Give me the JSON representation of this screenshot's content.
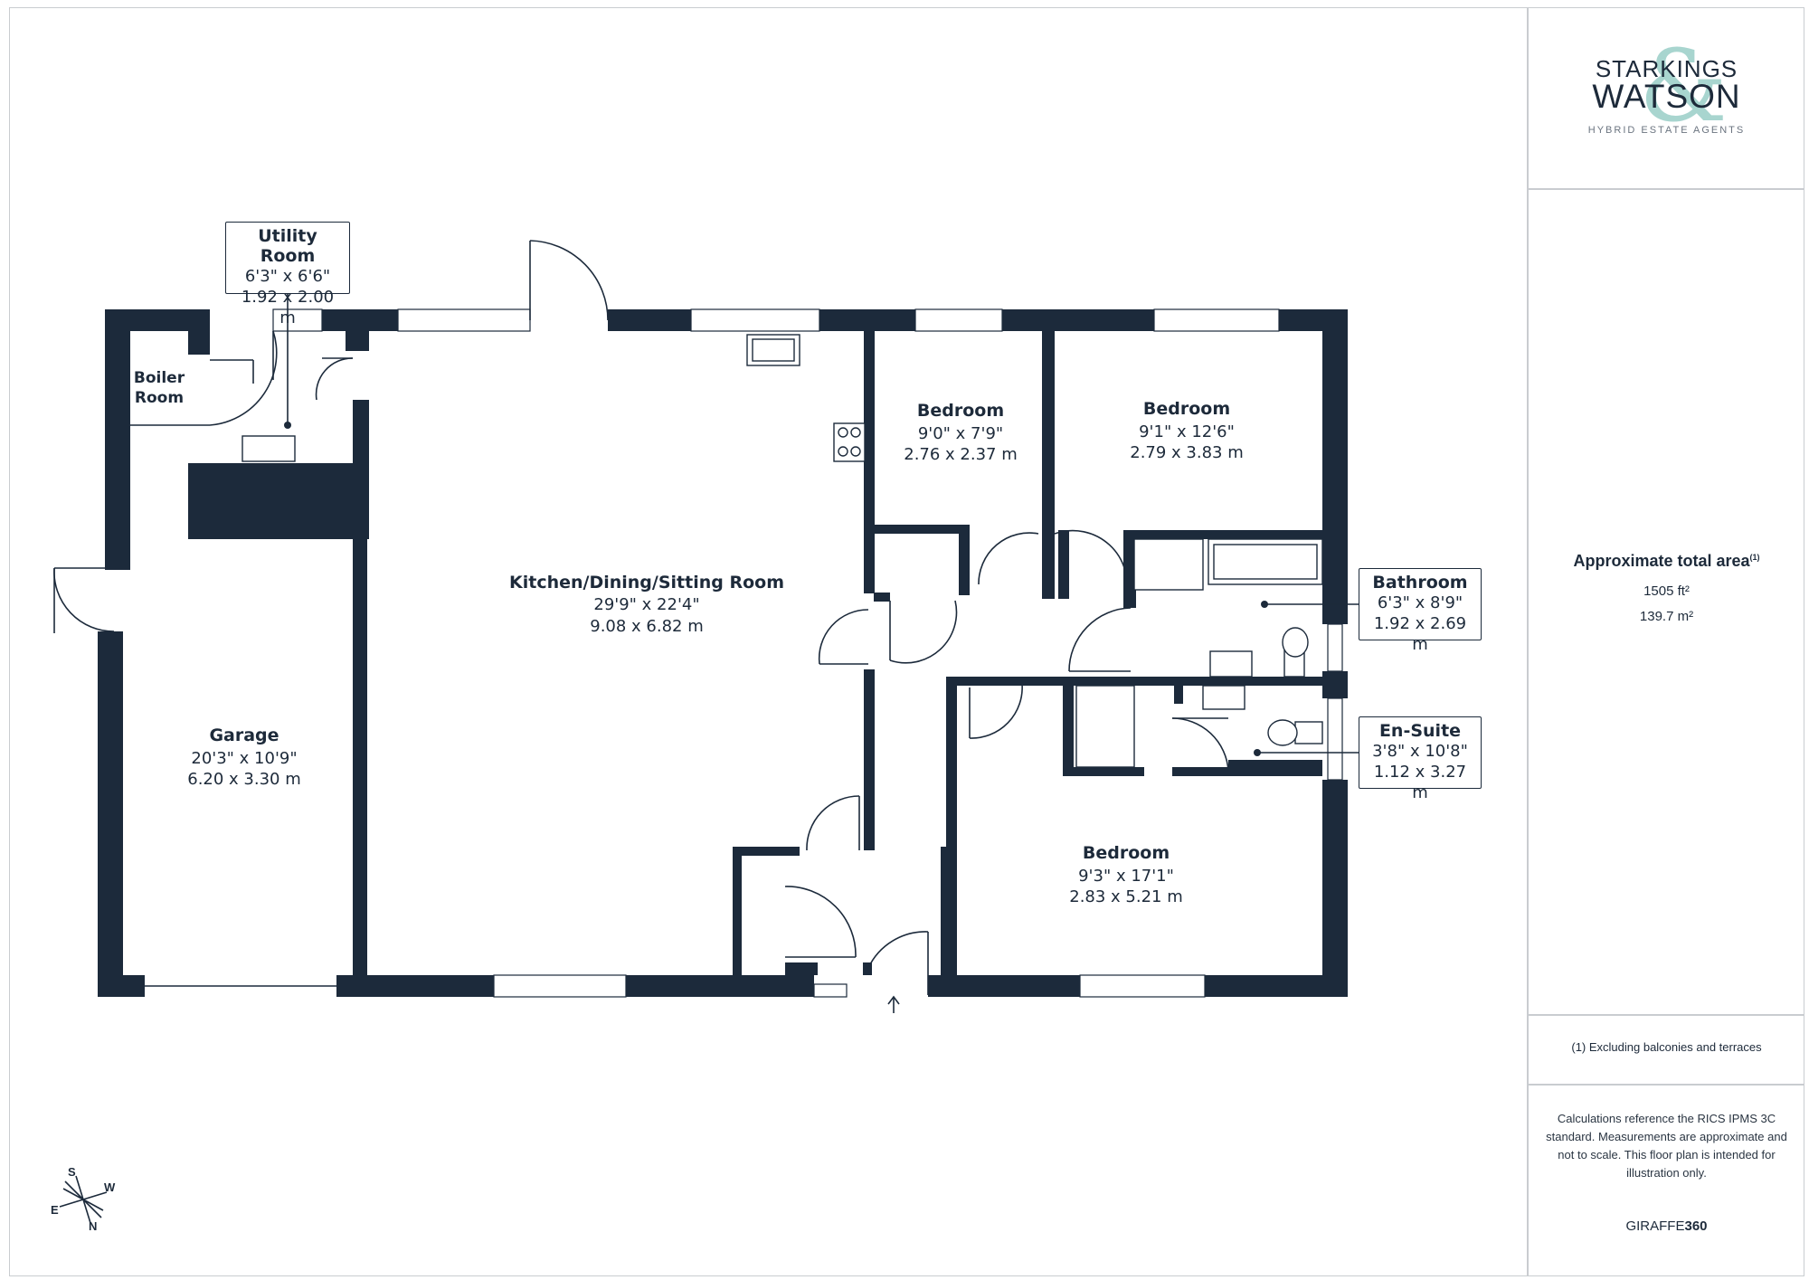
{
  "rooms": {
    "kitchen": {
      "name": "Kitchen/Dining/Sitting Room",
      "imperial": "29'9\" x 22'4\"",
      "metric": "9.08 x 6.82 m"
    },
    "garage": {
      "name": "Garage",
      "imperial": "20'3\" x 10'9\"",
      "metric": "6.20 x 3.30 m"
    },
    "boiler": {
      "name_line1": "Boiler",
      "name_line2": "Room"
    },
    "bedroom1": {
      "name": "Bedroom",
      "imperial": "9'0\" x 7'9\"",
      "metric": "2.76 x 2.37 m"
    },
    "bedroom2": {
      "name": "Bedroom",
      "imperial": "9'1\" x 12'6\"",
      "metric": "2.79 x 3.83 m"
    },
    "bedroom3": {
      "name": "Bedroom",
      "imperial": "9'3\" x 17'1\"",
      "metric": "2.83 x 5.21 m"
    }
  },
  "callouts": {
    "utility": {
      "name": "Utility Room",
      "imperial": "6'3\" x 6'6\"",
      "metric": "1.92 x 2.00 m"
    },
    "bathroom": {
      "name": "Bathroom",
      "imperial": "6'3\" x 8'9\"",
      "metric": "1.92 x 2.69 m"
    },
    "ensuite": {
      "name": "En-Suite",
      "imperial": "3'8\" x 10'8\"",
      "metric": "1.12 x 3.27 m"
    }
  },
  "compass": {
    "s": "S",
    "w": "W",
    "e": "E",
    "n": "N"
  },
  "brand": {
    "line1": "STARKINGS",
    "amp": "&",
    "line2": "WATSON",
    "tagline": "HYBRID ESTATE AGENTS"
  },
  "area": {
    "title": "Approximate total area",
    "title_sup": "(1)",
    "ft": "1505 ft²",
    "m": "139.7 m²"
  },
  "footnote": "(1) Excluding balconies and terraces",
  "disclaimer": "Calculations reference the RICS IPMS 3C standard. Measurements are approximate and not to scale. This floor plan is intended for illustration only.",
  "credit": {
    "part1": "GIRAFFE",
    "part2": "360"
  },
  "colors": {
    "wall": "#1c2a3b",
    "border": "#c9ccd0",
    "logo_amp": "#a8d5cf"
  }
}
